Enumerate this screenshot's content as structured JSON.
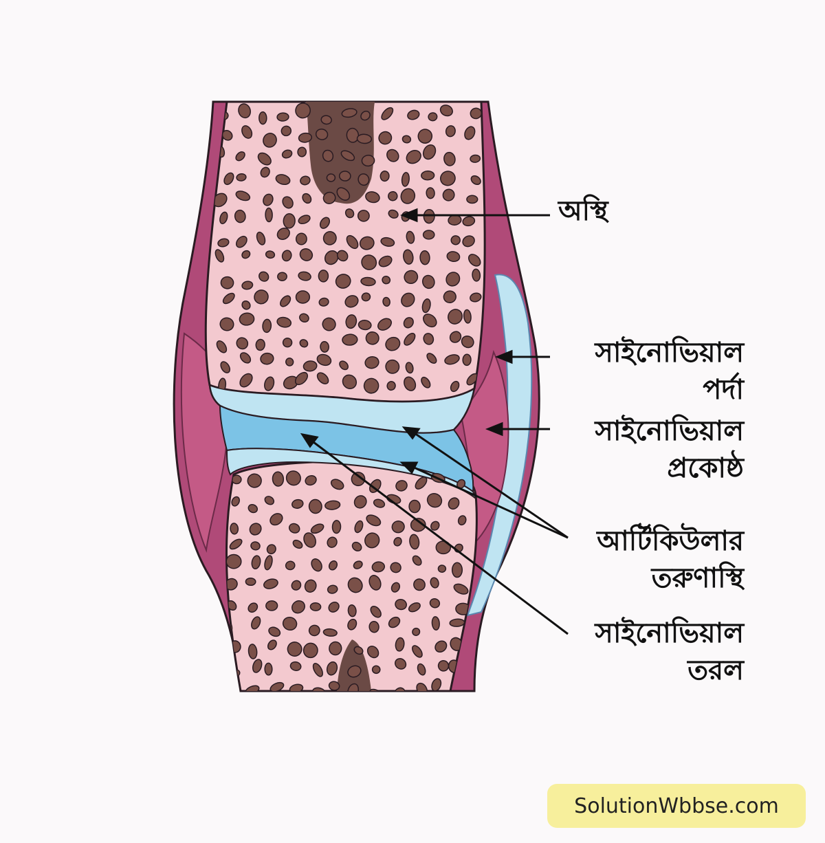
{
  "labels": {
    "bone": "অস্থি",
    "synovial_membrane": [
      "সাইনোভিয়াল",
      "পর্দা"
    ],
    "synovial_cavity": [
      "সাইনোভিয়াল",
      "প্রকোষ্ঠ"
    ],
    "articular_cartilage": [
      "আর্টিকিউলার",
      "তরুণাস্থি"
    ],
    "synovial_fluid": [
      "সাইনোভিয়াল",
      "তরল"
    ]
  },
  "watermark": "SolutionWbbse.com",
  "colors": {
    "bone_pink": "#f3c9cf",
    "marrow_brown": "#6b4a45",
    "cavity_magenta": "#b04a78",
    "cartilage_blue": "#bfe4f2",
    "outline": "#2a1b22",
    "watermark_bg": "#f7ef9c"
  }
}
